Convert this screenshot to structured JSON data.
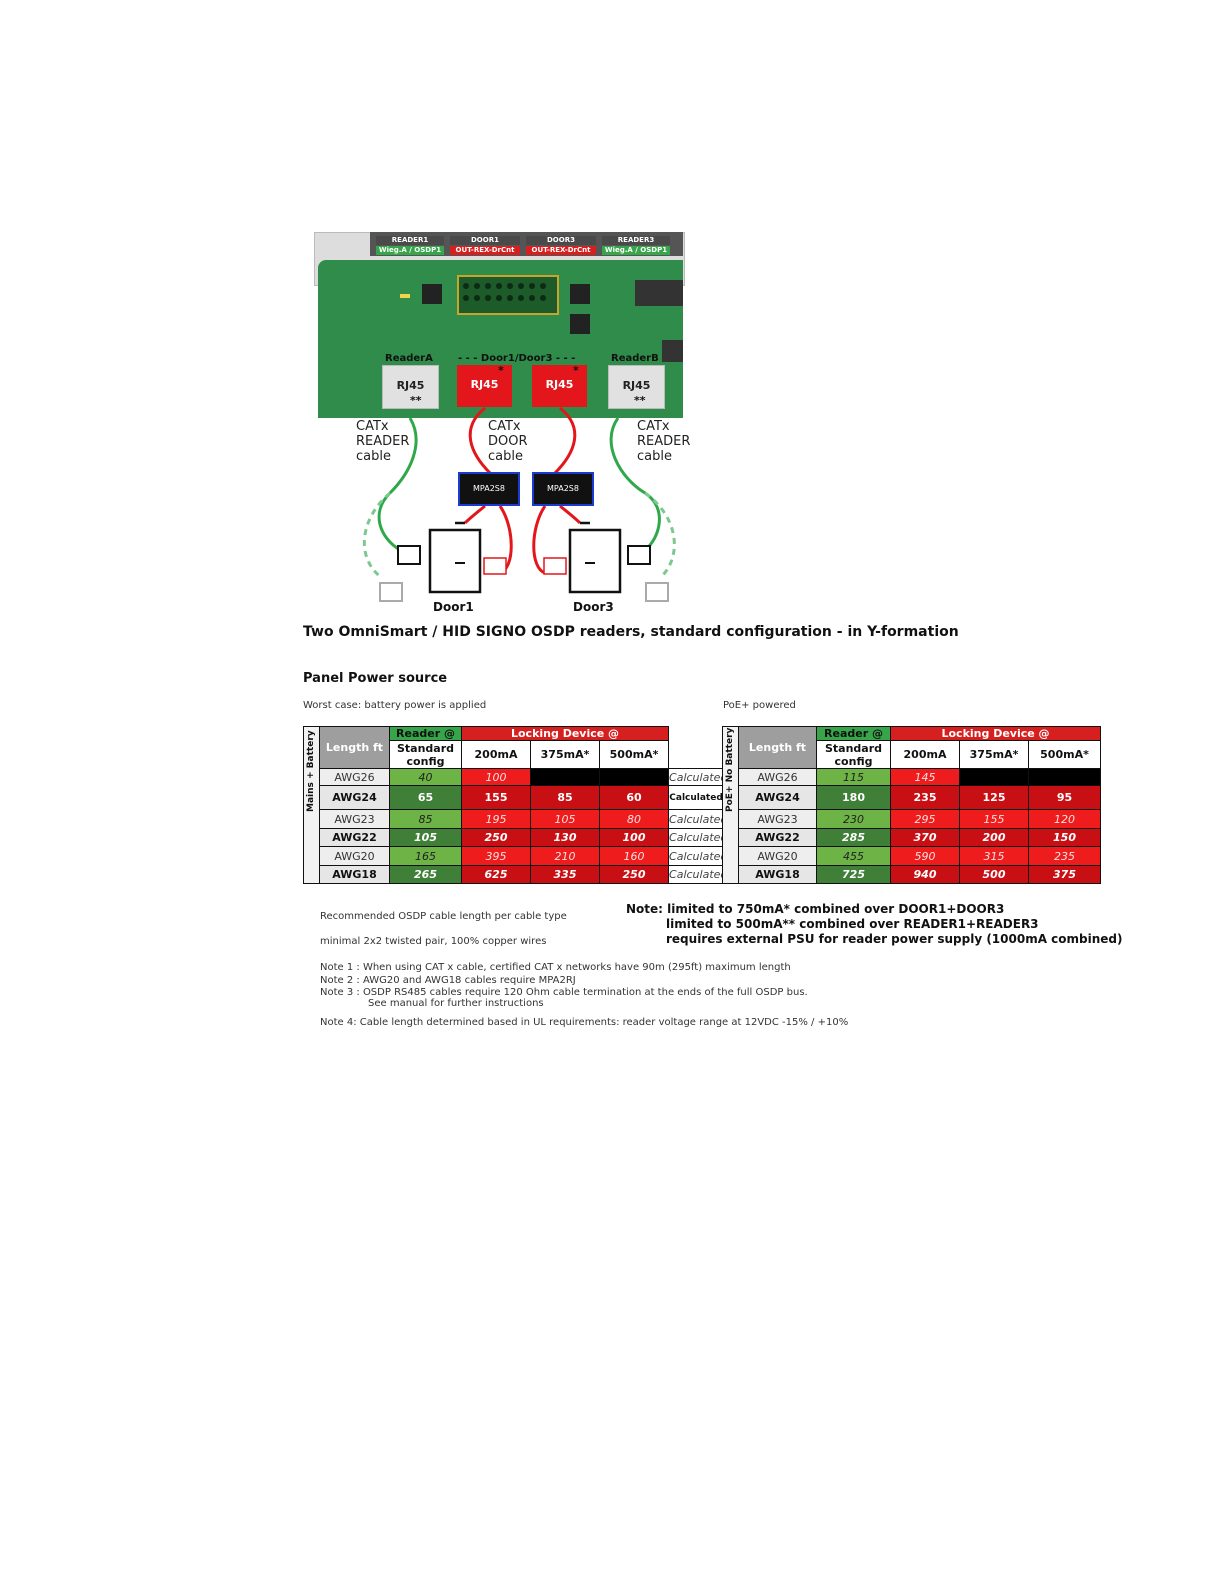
{
  "diagram": {
    "header_labels": [
      {
        "top": "READER1",
        "bottom": "Wieg.A / OSDP1"
      },
      {
        "top": "DOOR1",
        "bottom": "OUT-REX-DrCnt"
      },
      {
        "top": "DOOR3",
        "bottom": "OUT-REX-DrCnt"
      },
      {
        "top": "READER3",
        "bottom": "Wieg.A / OSDP1"
      }
    ],
    "reader_a": "ReaderA",
    "reader_b": "ReaderB",
    "door_group": "- - - Door1/Door3 - - -",
    "rj45": "RJ45",
    "star_single": "*",
    "star_double": "**",
    "cable_reader_left": [
      "CATx",
      "READER",
      "cable"
    ],
    "cable_door": [
      "CATx",
      "DOOR",
      "cable"
    ],
    "cable_reader_right": [
      "CATx",
      "READER",
      "cable"
    ],
    "mpa": "MPA2S8",
    "door1": "Door1",
    "door3": "Door3",
    "colors": {
      "board": "#2f8c4a",
      "red_port": "#e3161b",
      "grey_port": "#e1e1e1",
      "green_wire": "#2fa84a",
      "red_wire": "#e3161b"
    }
  },
  "caption": "Two OmniSmart / HID SIGNO OSDP readers, standard configuration - in Y-formation",
  "section_title": "Panel Power source",
  "left_subtitle": "Worst case: battery power is applied",
  "right_subtitle": "PoE+ powered",
  "table_headers": {
    "length": "Length ft",
    "reader": "Reader @",
    "standard": [
      "Standard",
      "config"
    ],
    "locking": "Locking Device @",
    "currents": [
      "200mA",
      "375mA*",
      "500mA*"
    ]
  },
  "left_table": {
    "side_label": "Mains + Battery",
    "rows": [
      {
        "awg": "AWG26",
        "reader": "40",
        "vals": [
          "100",
          "",
          ""
        ],
        "calc": "Calculated"
      },
      {
        "awg": "AWG24",
        "reader": "65",
        "vals": [
          "155",
          "85",
          "60"
        ],
        "calc": "Calculated"
      },
      {
        "awg": "AWG23",
        "reader": "85",
        "vals": [
          "195",
          "105",
          "80"
        ],
        "calc": "Calculated"
      },
      {
        "awg": "AWG22",
        "reader": "105",
        "vals": [
          "250",
          "130",
          "100"
        ],
        "calc": "Calculated"
      },
      {
        "awg": "AWG20",
        "reader": "165",
        "vals": [
          "395",
          "210",
          "160"
        ],
        "calc": "Calculated"
      },
      {
        "awg": "AWG18",
        "reader": "265",
        "vals": [
          "625",
          "335",
          "250"
        ],
        "calc": "Calculated"
      }
    ]
  },
  "right_table": {
    "side_label": "PoE+ No Battery",
    "rows": [
      {
        "awg": "AWG26",
        "reader": "115",
        "vals": [
          "145",
          "",
          ""
        ]
      },
      {
        "awg": "AWG24",
        "reader": "180",
        "vals": [
          "235",
          "125",
          "95"
        ]
      },
      {
        "awg": "AWG23",
        "reader": "230",
        "vals": [
          "295",
          "155",
          "120"
        ]
      },
      {
        "awg": "AWG22",
        "reader": "285",
        "vals": [
          "370",
          "200",
          "150"
        ]
      },
      {
        "awg": "AWG20",
        "reader": "455",
        "vals": [
          "590",
          "315",
          "235"
        ]
      },
      {
        "awg": "AWG18",
        "reader": "725",
        "vals": [
          "940",
          "500",
          "375"
        ]
      }
    ]
  },
  "recommend": "Recommended OSDP cable length per cable type",
  "minimal": "minimal 2x2 twisted pair, 100% copper wires",
  "limit_notes": [
    "Note: limited to 750mA* combined over DOOR1+DOOR3",
    "limited to 500mA** combined over READER1+READER3",
    "requires external PSU for reader power supply (1000mA combined)"
  ],
  "notes": [
    "Note 1 : When using CAT x cable, certified CAT x networks have 90m (295ft) maximum length",
    "Note 2 : AWG20 and AWG18 cables require MPA2RJ",
    "Note 3 : OSDP RS485 cables require 120 Ohm cable termination at the ends of the full OSDP bus.",
    "See manual for further instructions",
    "Note 4: Cable length determined based in UL requirements: reader voltage range at 12VDC -15% / +10%"
  ]
}
